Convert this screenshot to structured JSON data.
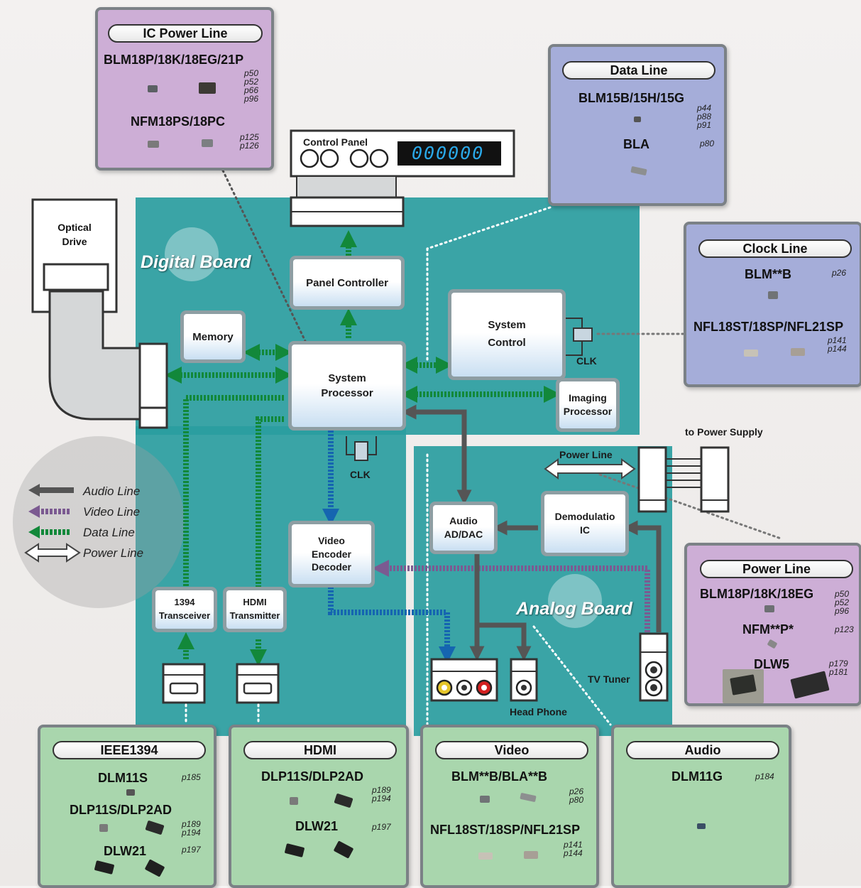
{
  "boards": {
    "digital": "Digital Board",
    "analog": "Analog Board"
  },
  "blocks": {
    "control_panel": "Control Panel",
    "display": "000000",
    "panel_controller": "Panel Controller",
    "memory": "Memory",
    "system_processor_1": "System",
    "system_processor_2": "Processor",
    "system_control_1": "System",
    "system_control_2": "Control",
    "imaging_1": "Imaging",
    "imaging_2": "Processor",
    "optical_1": "Optical",
    "optical_2": "Drive",
    "clk": "CLK",
    "video_enc_1": "Video",
    "video_enc_2": "Encoder",
    "video_enc_3": "Decoder",
    "audio_1": "Audio",
    "audio_2": "AD/DAC",
    "demod_1": "Demodulatio",
    "demod_2": "IC",
    "t1394_1": "1394",
    "t1394_2": "Transceiver",
    "hdmi_1": "HDMI",
    "hdmi_2": "Transmitter",
    "tv_tuner": "TV Tuner",
    "head_phone": "Head Phone",
    "to_power_supply": "to Power Supply",
    "power_line_label": "Power Line"
  },
  "legend": {
    "audio": "Audio Line",
    "video": "Video Line",
    "data": "Data Line",
    "power": "Power Line"
  },
  "colors": {
    "audio": "#555555",
    "video": "#7b5a91",
    "data": "#12883a",
    "clock": "#1565b0",
    "board": "#2a9da0"
  },
  "panels": {
    "ic_power": {
      "title": "IC Power Line",
      "p1": "BLM18P/18K/18EG/21P",
      "p1_pages": [
        "p50",
        "p52",
        "p66",
        "p96"
      ],
      "p2": "NFM18PS/18PC",
      "p2_pages": [
        "p125",
        "p126"
      ]
    },
    "data": {
      "title": "Data Line",
      "p1": "BLM15B/15H/15G",
      "p1_pages": [
        "p44",
        "p88",
        "p91"
      ],
      "p2": "BLA",
      "p2_pages": [
        "p80"
      ]
    },
    "clock": {
      "title": "Clock Line",
      "p1": "BLM**B",
      "p1_pages": [
        "p26"
      ],
      "p2": "NFL18ST/18SP/NFL21SP",
      "p2_pages": [
        "p141",
        "p144"
      ]
    },
    "power": {
      "title": "Power Line",
      "p1": "BLM18P/18K/18EG",
      "p1_pages": [
        "p50",
        "p52",
        "p96"
      ],
      "p2": "NFM**P*",
      "p2_pages": [
        "p123"
      ],
      "p3": "DLW5",
      "p3_pages": [
        "p179",
        "p181"
      ]
    },
    "ieee": {
      "title": "IEEE1394",
      "p1": "DLM11S",
      "p1_pages": [
        "p185"
      ],
      "p2": "DLP11S/DLP2AD",
      "p2_pages": [
        "p189",
        "p194"
      ],
      "p3": "DLW21",
      "p3_pages": [
        "p197"
      ]
    },
    "hdmi": {
      "title": "HDMI",
      "p1": "DLP11S/DLP2AD",
      "p1_pages": [
        "p189",
        "p194"
      ],
      "p2": "DLW21",
      "p2_pages": [
        "p197"
      ]
    },
    "video": {
      "title": "Video",
      "p1": "BLM**B/BLA**B",
      "p1_pages": [
        "p26",
        "p80"
      ],
      "p2": "NFL18ST/18SP/NFL21SP",
      "p2_pages": [
        "p141",
        "p144"
      ]
    },
    "audio": {
      "title": "Audio",
      "p1": "DLM11G",
      "p1_pages": [
        "p184"
      ]
    }
  }
}
